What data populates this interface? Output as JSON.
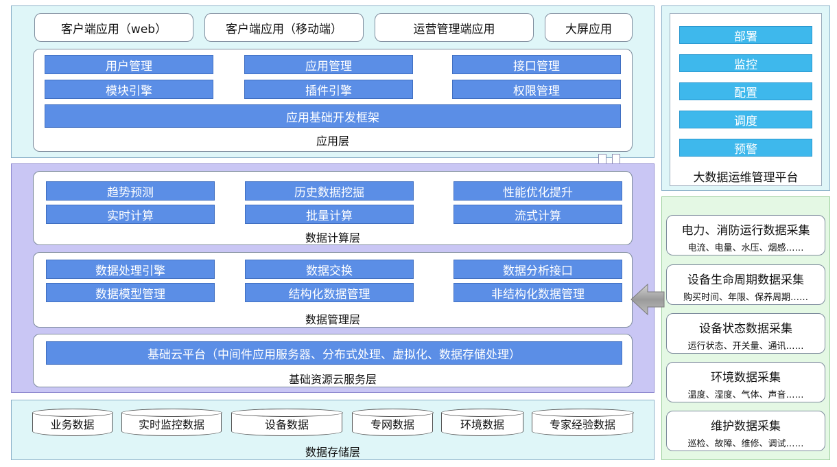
{
  "clients": [
    "客户端应用（web）",
    "客户端应用（移动端）",
    "运营管理端应用",
    "大屏应用"
  ],
  "app_layer": {
    "label": "应用层",
    "rows": [
      [
        "用户管理",
        "应用管理",
        "接口管理"
      ],
      [
        "模块引擎",
        "插件引擎",
        "权限管理"
      ]
    ],
    "framework": "应用基础开发框架"
  },
  "compute_layer": {
    "label": "数据计算层",
    "rows": [
      [
        "趋势预测",
        "历史数据挖掘",
        "性能优化提升"
      ],
      [
        "实时计算",
        "批量计算",
        "流式计算"
      ]
    ]
  },
  "manage_layer": {
    "label": "数据管理层",
    "rows": [
      [
        "数据处理引擎",
        "数据交换",
        "数据分析接口"
      ],
      [
        "数据模型管理",
        "结构化数据管理",
        "非结构化数据管理"
      ]
    ]
  },
  "cloud_layer": {
    "label": "基础资源云服务层",
    "bar": "基础云平台（中间件应用服务器、分布式处理、虚拟化、数据存储处理）"
  },
  "storage_layer": {
    "label": "数据存储层",
    "items": [
      "业务数据",
      "实时监控数据",
      "设备数据",
      "专网数据",
      "环境数据",
      "专家经验数据"
    ]
  },
  "ops_platform": {
    "title": "大数据运维管理平台",
    "items": [
      "部署",
      "监控",
      "配置",
      "调度",
      "预警"
    ]
  },
  "collection": [
    {
      "title": "电力、消防运行数据采集",
      "detail": "电流、电量、水压、烟感……"
    },
    {
      "title": "设备生命周期数据采集",
      "detail": "购买时间、年限、保养周期……"
    },
    {
      "title": "设备状态数据采集",
      "detail": "运行状态、开关量、通讯……"
    },
    {
      "title": "环境数据采集",
      "detail": "温度、湿度、气体、声音……"
    },
    {
      "title": "维护数据采集",
      "detail": "巡检、故障、维修、调试……"
    }
  ],
  "colors": {
    "bar": "#5b8ee6",
    "ops_bar": "#3eb8ec",
    "purple_panel": "#c9c6f4",
    "cyan_panel": "#dff6f8",
    "green_panel": "#e4f8e4"
  }
}
